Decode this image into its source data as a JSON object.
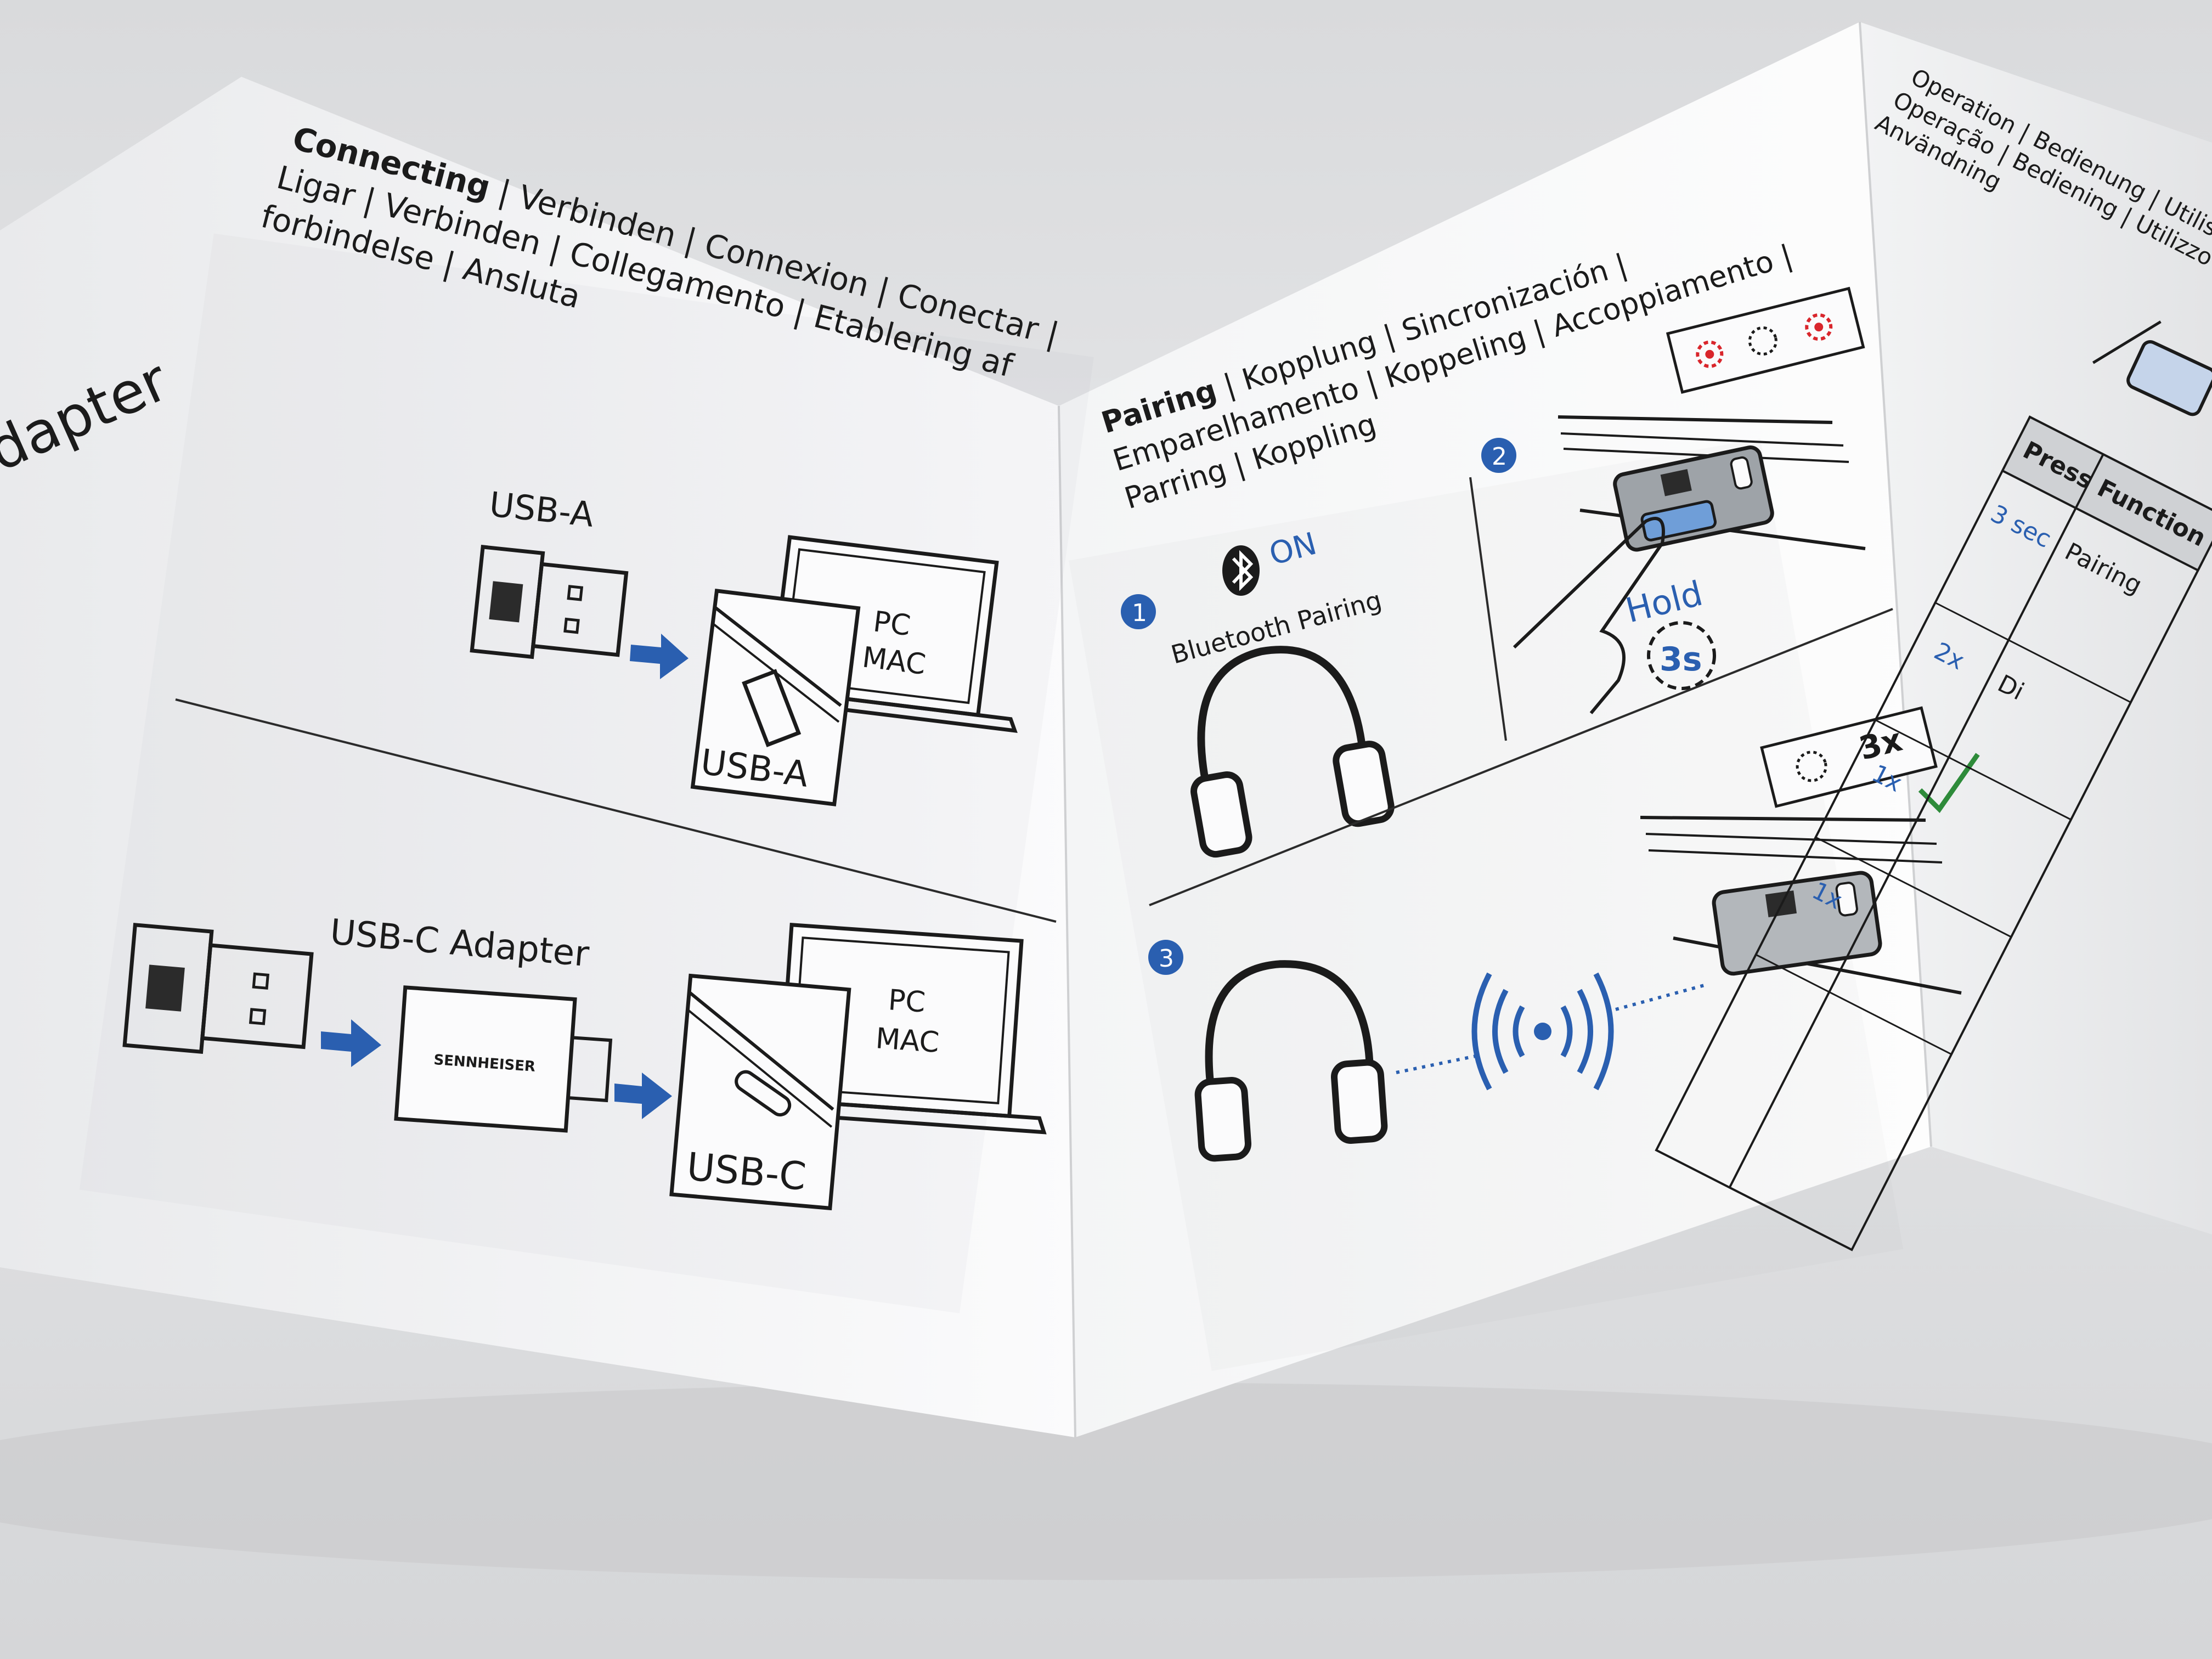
{
  "left_panel": {
    "edge_fragment": "dapter",
    "heading_bold": "Connecting",
    "heading_line1_rest": " | Verbinden | Connexion | Conectar |",
    "heading_line2": "Ligar | Verbinden | Collegamento | Etablering af",
    "heading_line3": "forbindelse | Ansluta",
    "usb_a_label": "USB-A",
    "usb_a_port_label": "USB-A",
    "pc_label": "PC",
    "mac_label": "MAC",
    "usb_c_adapter_label": "USB-C Adapter",
    "adapter_brand": "SENNHEISER",
    "usb_c_port_label": "USB-C",
    "pc_label_2": "PC",
    "mac_label_2": "MAC"
  },
  "middle_panel": {
    "heading_line1_bold": "Pairing",
    "heading_line1_rest": " | Kopplung | Sincronización |",
    "heading_line2": "Emparelhamento | Koppeling | Accoppiamento |",
    "heading_line3": "Parring | Koppling",
    "step1_number": "1",
    "bluetooth_on": "ON",
    "bluetooth_pairing": "Bluetooth Pairing",
    "step2_number": "2",
    "hold_label": "Hold",
    "hold_duration": "3s",
    "step3_number": "3",
    "blink_count": "3x"
  },
  "right_panel": {
    "heading_line1": "Operation | Bedienung | Utilisat",
    "heading_line2": "Operação | Bediening | Utilizzo",
    "heading_line3": "Användning",
    "table_header_press": "Press",
    "table_header_function": "Function",
    "rows": [
      {
        "press": "3 sec",
        "function": "Pairing"
      },
      {
        "press": "2x",
        "function": "Di"
      },
      {
        "press": "1x",
        "function": ""
      },
      {
        "press": "1x",
        "function": ""
      }
    ]
  },
  "colors": {
    "accent_blue": "#2a5fb0",
    "led_red": "#d9262c",
    "check_green": "#2e8b3a"
  }
}
